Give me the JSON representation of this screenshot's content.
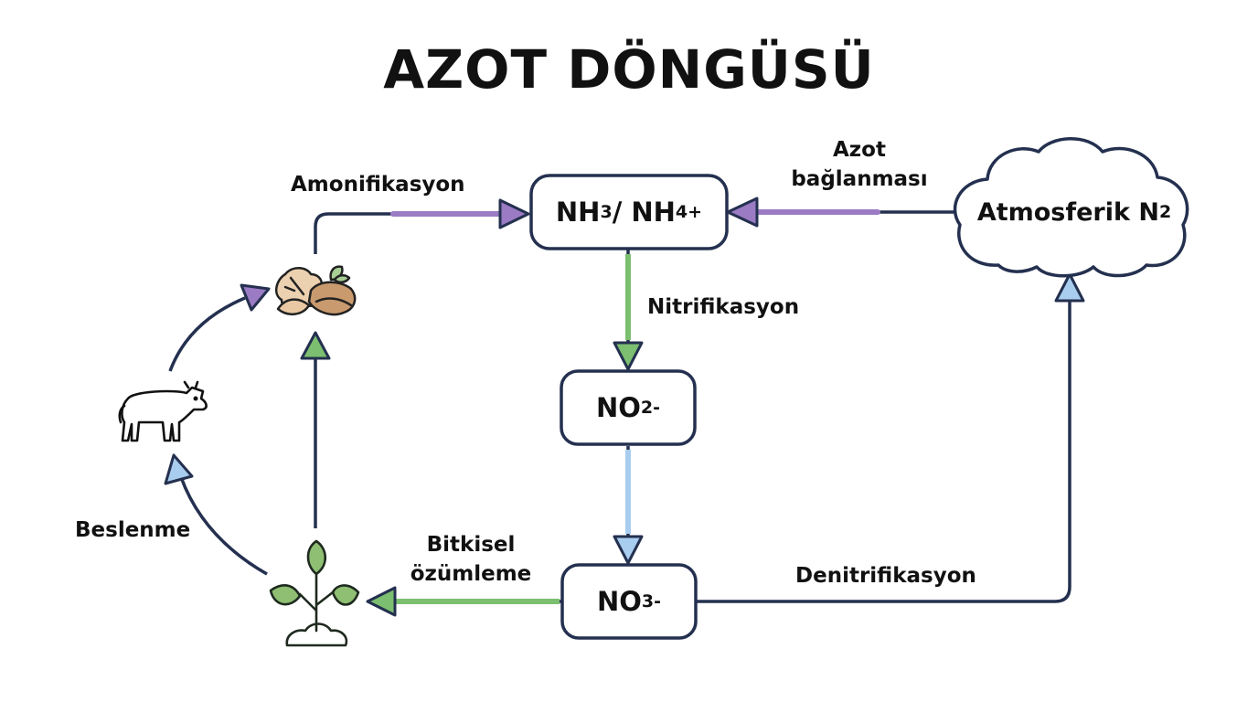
{
  "title": "AZOT DÖNGÜSÜ",
  "nodes": {
    "ammonia": {
      "a": "NH",
      "a_sub": "3",
      "mid": " / NH",
      "b_sub": "4",
      "b_sup": "+"
    },
    "nitrite": {
      "text": "NO",
      "sub": "2",
      "sup": "-"
    },
    "nitrate": {
      "text": "NO",
      "sub": "3",
      "sup": "-"
    },
    "atmosphere": {
      "text": "Atmosferik N",
      "sub": "2"
    }
  },
  "processes": {
    "ammonification": "Amonifikasyon",
    "fixation_line1": "Azot",
    "fixation_line2": "bağlanması",
    "nitrification": "Nitrifikasyon",
    "assimilation_line1": "Bitkisel",
    "assimilation_line2": "özümleme",
    "denitrification": "Denitrifikasyon",
    "feeding": "Beslenme"
  },
  "icons": {
    "decomposer": "decaying-leaves-icon",
    "animal": "cow-icon",
    "plant": "plant-sprout-icon"
  },
  "colors": {
    "line": "#24304f",
    "purple": "#9b7bc4",
    "green": "#7cbf70",
    "blue": "#a9cdee",
    "box_border": "#24304f"
  }
}
